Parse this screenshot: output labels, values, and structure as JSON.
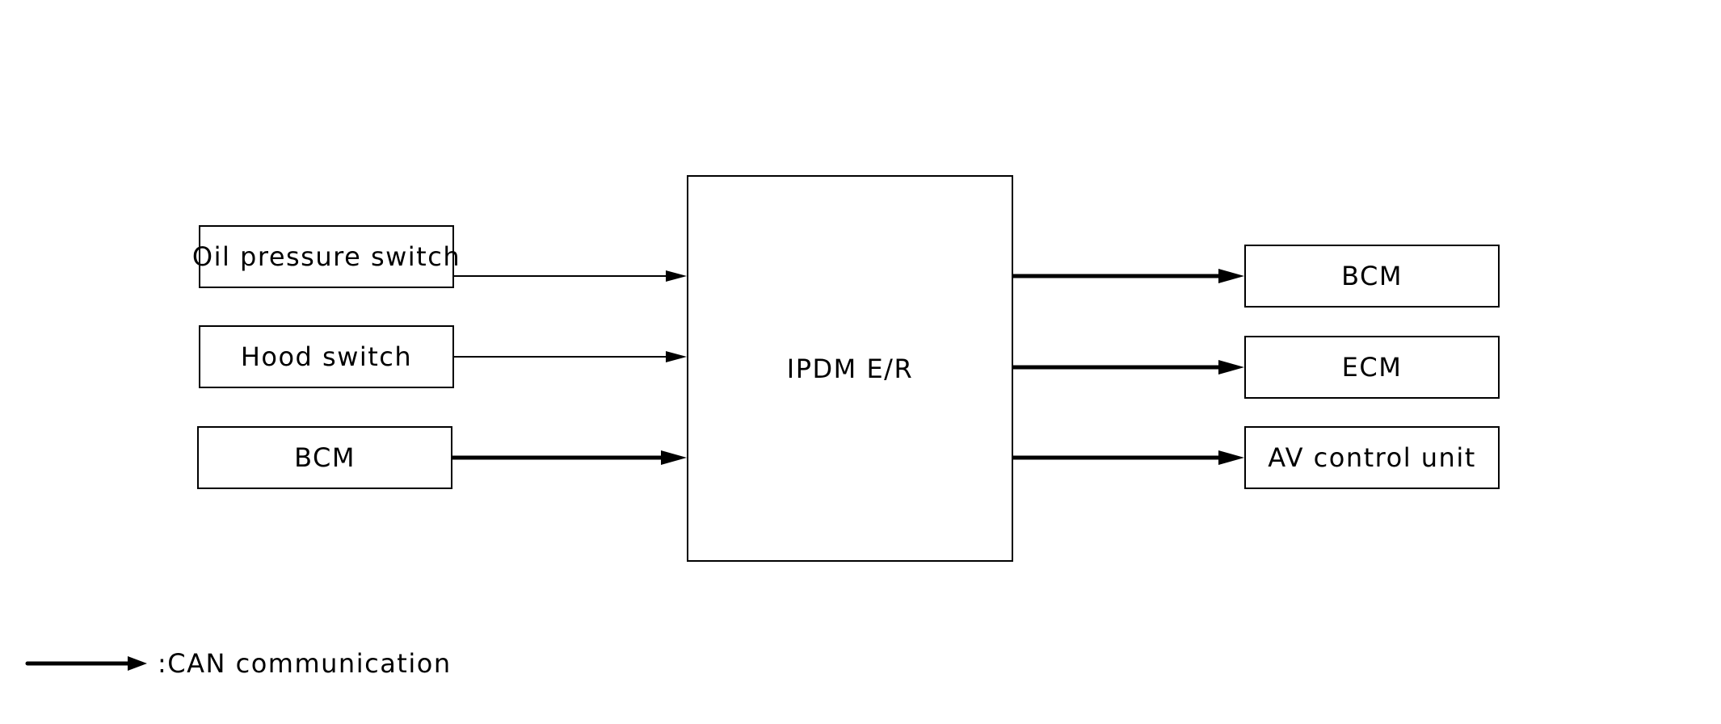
{
  "diagram": {
    "inputs": {
      "oil_pressure_switch": "Oil pressure switch",
      "hood_switch": "Hood switch",
      "bcm": "BCM"
    },
    "center": {
      "ipdm": "IPDM E/R"
    },
    "outputs": {
      "bcm": "BCM",
      "ecm": "ECM",
      "av_control_unit": "AV control unit"
    },
    "legend": {
      "can_label": ":CAN communication"
    },
    "colors": {
      "line": "#000000",
      "background": "#ffffff"
    }
  }
}
